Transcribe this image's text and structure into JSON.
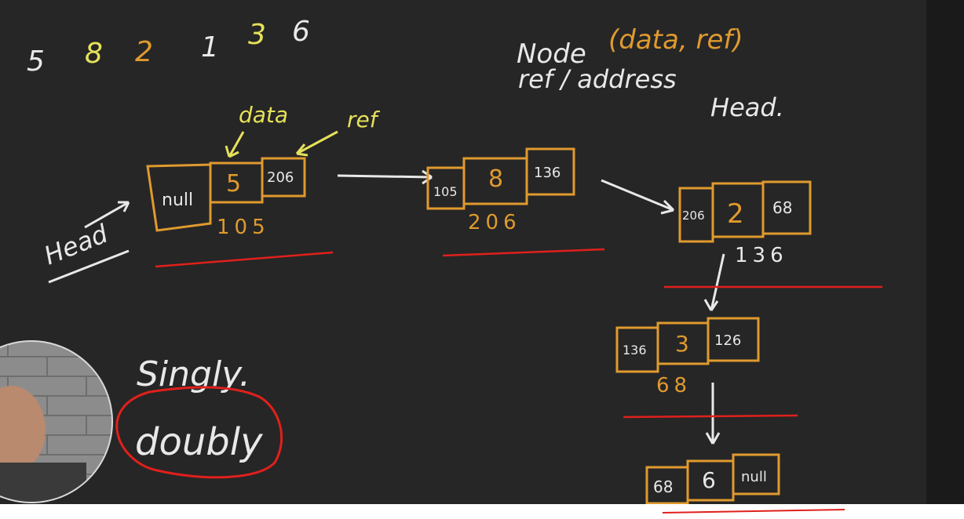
{
  "colors": {
    "board": "#262626",
    "chalk_white": "#e8e8e8",
    "orange": "#e09a2e",
    "yellow": "#e6e15a",
    "red": "#e0201c"
  },
  "top_numbers": [
    "5",
    "8",
    "2",
    "1",
    "3",
    "6"
  ],
  "notes": {
    "node_word": "Node",
    "node_params": "(data, ref)",
    "ref_address": "ref / address",
    "head_note": "Head.",
    "singly": "Singly.",
    "doubly": "doubly"
  },
  "labels": {
    "data": "data",
    "ref": "ref",
    "head": "Head"
  },
  "nodes": [
    {
      "prev": "null",
      "data": "5",
      "next": "206",
      "address": "105"
    },
    {
      "prev": "105",
      "data": "8",
      "next": "136",
      "address": "206"
    },
    {
      "prev": "206",
      "data": "2",
      "next": "68",
      "address": "136"
    },
    {
      "prev": "136",
      "data": "3",
      "next": "126",
      "address": "68"
    },
    {
      "prev": "68",
      "data": "6",
      "next": "null",
      "address": ""
    }
  ]
}
